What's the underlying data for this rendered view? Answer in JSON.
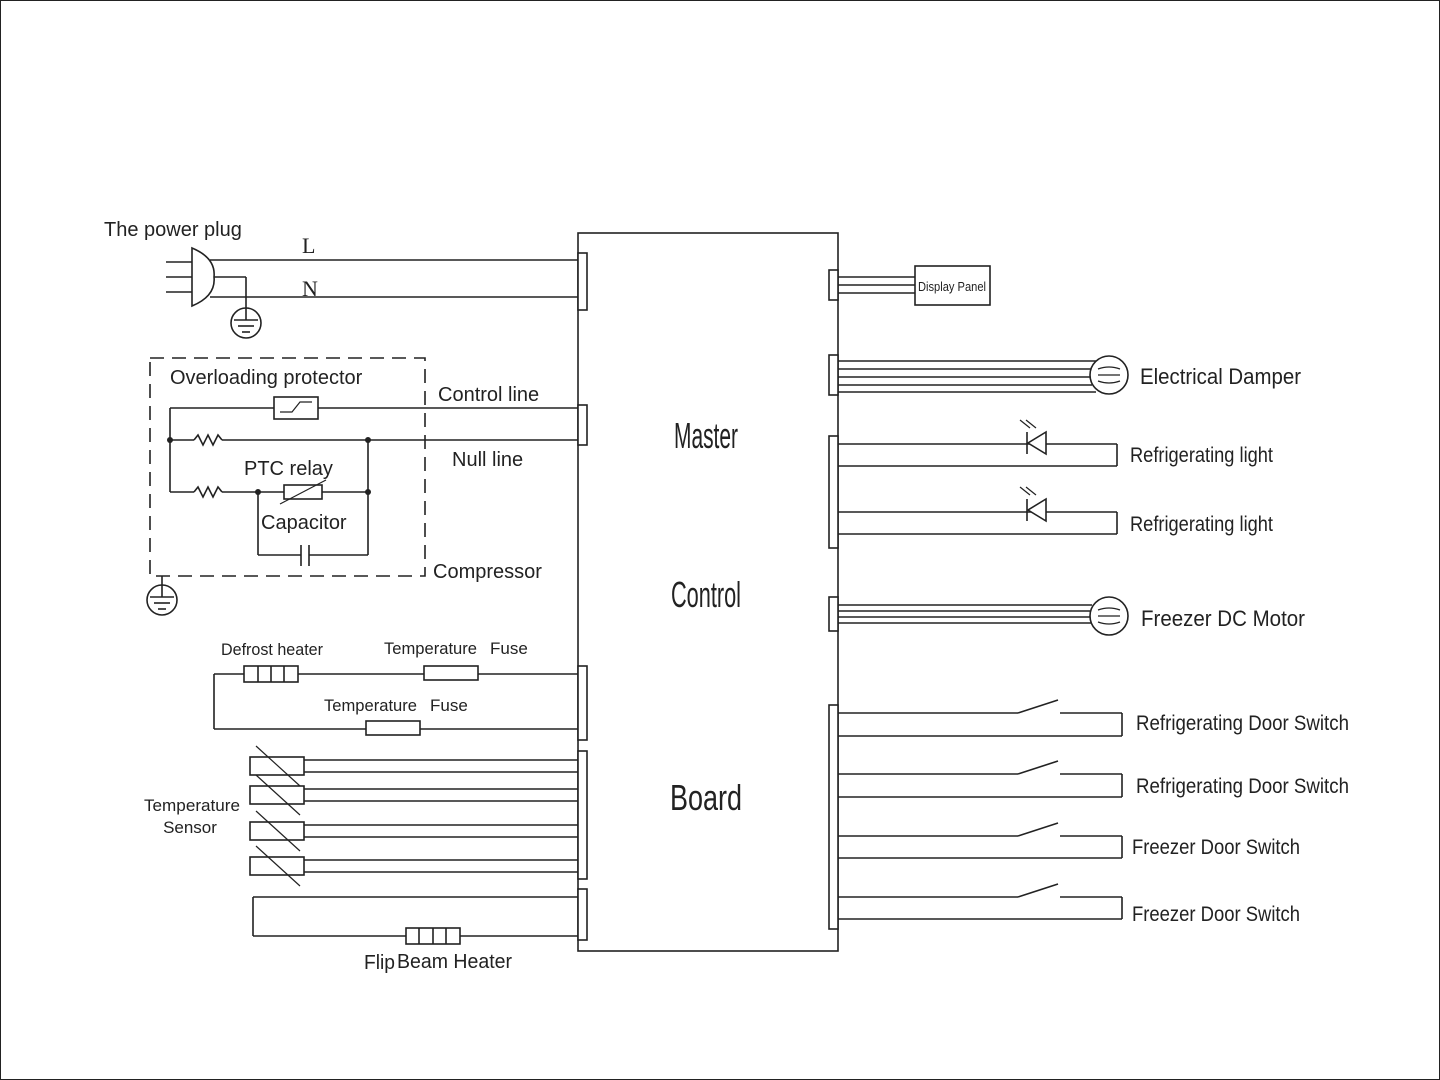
{
  "power": {
    "plug_label": "The power plug",
    "live": "L",
    "neutral": "N"
  },
  "compressor_block": {
    "overload_label": "Overloading protector",
    "control_line": "Control line",
    "null_line": "Null line",
    "ptc_label": "PTC relay",
    "capacitor_label": "Capacitor",
    "compressor_label": "Compressor"
  },
  "defrost": {
    "heater_label": "Defrost heater",
    "temp_label_1": "Temperature",
    "fuse_label_1": "Fuse",
    "temp_label_2": "Temperature",
    "fuse_label_2": "Fuse"
  },
  "sensor": {
    "label_1": "Temperature",
    "label_2": "Sensor"
  },
  "flip": {
    "label_1": "Flip",
    "label_2": "Beam  Heater"
  },
  "board": {
    "line1": "Master",
    "line2": "Control",
    "line3": "Board"
  },
  "outputs": {
    "display_panel": "Display Panel",
    "damper": "Electrical Damper",
    "light_1": "Refrigerating light",
    "light_2": "Refrigerating light",
    "freezer_motor": "Freezer DC Motor",
    "ref_door_1": "Refrigerating  Door  Switch",
    "ref_door_2": "Refrigerating  Door  Switch",
    "frz_door_1": "Freezer Door  Switch",
    "frz_door_2": "Freezer Door  Switch"
  }
}
